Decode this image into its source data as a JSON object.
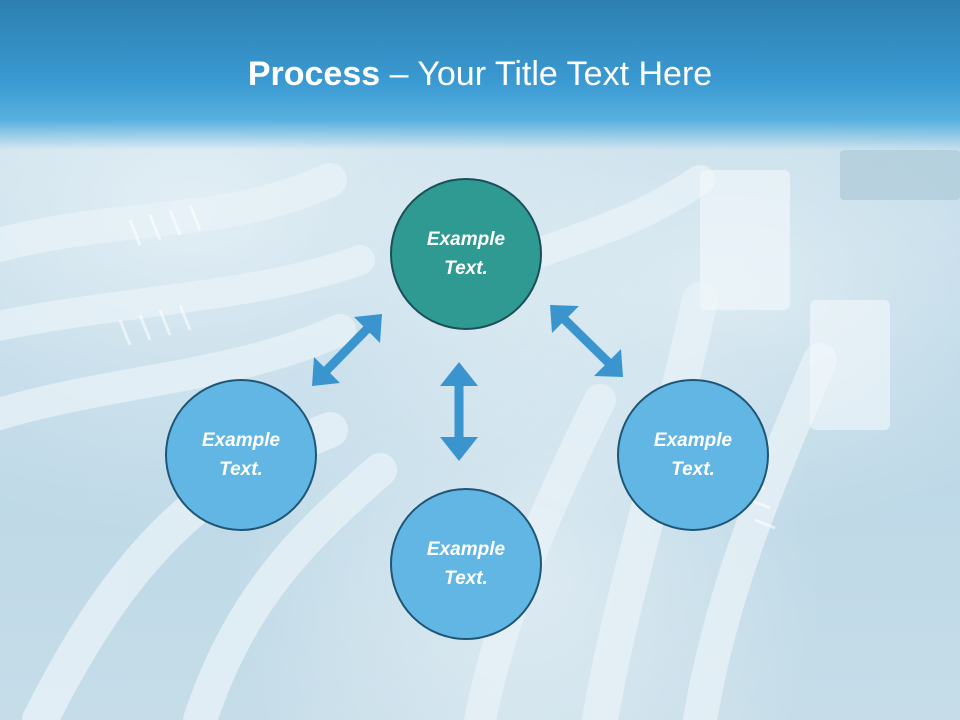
{
  "title": {
    "bold_part": "Process",
    "separator": " – ",
    "rest": "Your Title Text Here"
  },
  "nodes": {
    "top": {
      "line1": "Example",
      "line2": "Text."
    },
    "left": {
      "line1": "Example",
      "line2": "Text."
    },
    "right": {
      "line1": "Example",
      "line2": "Text."
    },
    "bottom": {
      "line1": "Example",
      "line2": "Text."
    }
  },
  "colors": {
    "header": "#3a9ad2",
    "primary_node": "#2e9a92",
    "secondary_node": "#62b6e3",
    "arrow": "#3a95cf"
  }
}
